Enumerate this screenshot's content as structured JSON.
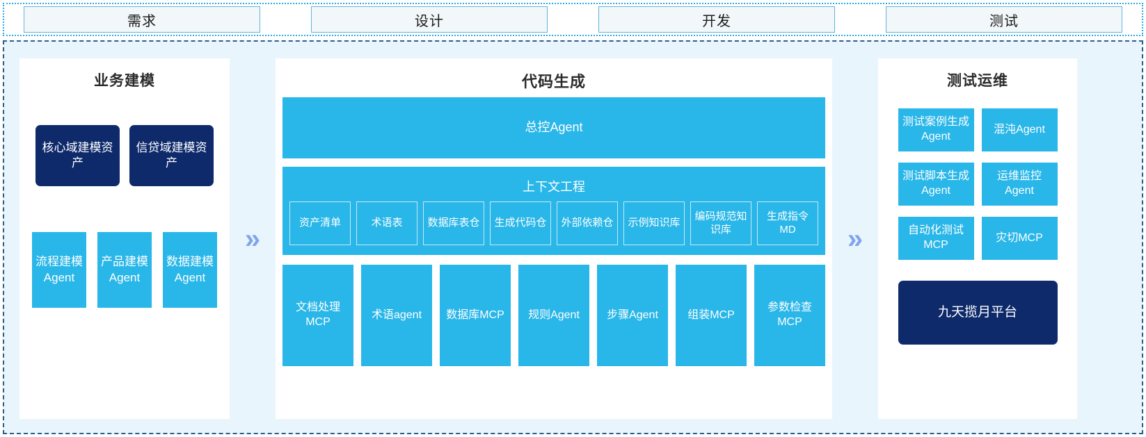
{
  "phases": [
    {
      "label": "需求"
    },
    {
      "label": "设计"
    },
    {
      "label": "开发"
    },
    {
      "label": "测试"
    }
  ],
  "connectors": {
    "chevron_glyph": "»",
    "chevron_color": "#7FA6EC"
  },
  "colors": {
    "cyan": "#29B6E8",
    "navy": "#0E2A6B",
    "panel_bg": "#FFFFFF",
    "frame_bg": "#E9F5FC",
    "frame_border": "#2E5C8A",
    "strip_border": "#29ABE2",
    "phase_box_bg": "#F2F7FA",
    "phase_box_border": "#63B3D8"
  },
  "left_panel": {
    "title": "业务建模",
    "assets": [
      {
        "label": "核心域建模资产"
      },
      {
        "label": "信贷域建模资产"
      }
    ],
    "agents": [
      {
        "label": "流程建模Agent"
      },
      {
        "label": "产品建模Agent"
      },
      {
        "label": "数据建模Agent"
      }
    ]
  },
  "center_panel": {
    "title": "代码生成",
    "master_agent": "总控Agent",
    "context": {
      "label": "上下文工程",
      "items": [
        {
          "label": "资产清单"
        },
        {
          "label": "术语表"
        },
        {
          "label": "数据库表仓"
        },
        {
          "label": "生成代码仓"
        },
        {
          "label": "外部依赖仓"
        },
        {
          "label": "示例知识库"
        },
        {
          "label": "编码规范知识库"
        },
        {
          "label": "生成指令MD"
        }
      ]
    },
    "tools": [
      {
        "label": "文档处理MCP"
      },
      {
        "label": "术语agent"
      },
      {
        "label": "数据库MCP"
      },
      {
        "label": "规则Agent"
      },
      {
        "label": "步骤Agent"
      },
      {
        "label": "组装MCP"
      },
      {
        "label": "参数检查MCP"
      }
    ]
  },
  "right_panel": {
    "title": "测试运维",
    "items": [
      {
        "label": "测试案例生成Agent"
      },
      {
        "label": "混沌Agent"
      },
      {
        "label": "测试脚本生成Agent"
      },
      {
        "label": "运维监控Agent"
      },
      {
        "label": "自动化测试MCP"
      },
      {
        "label": "灾切MCP"
      }
    ],
    "platform": "九天揽月平台"
  }
}
